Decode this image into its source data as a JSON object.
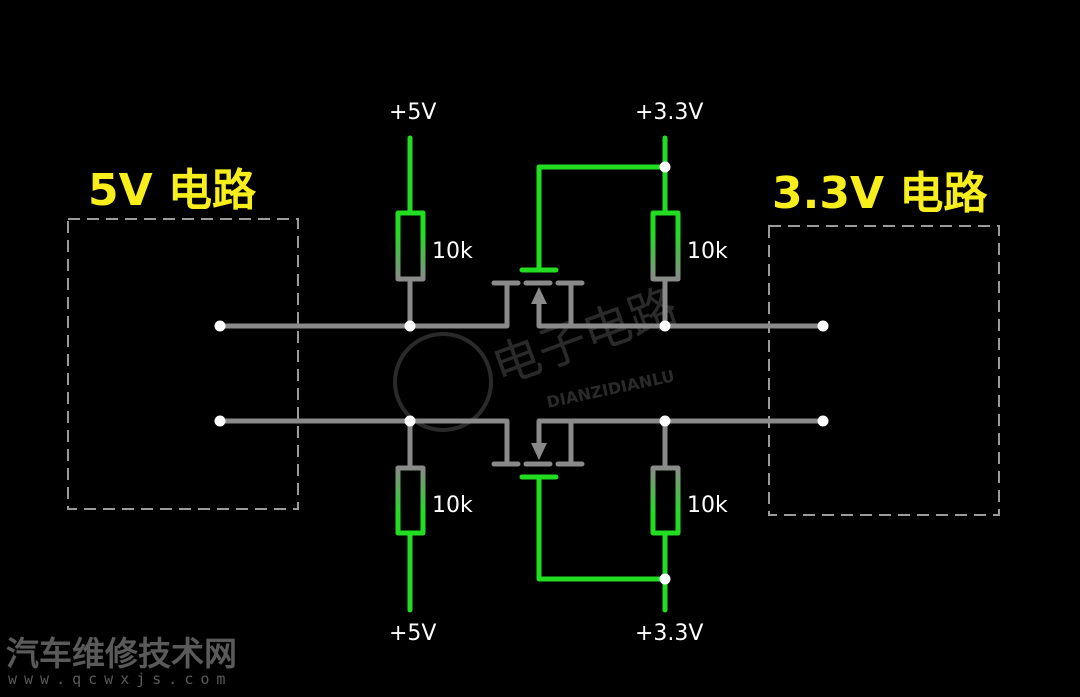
{
  "left_block": {
    "label": "5V 电路"
  },
  "right_block": {
    "label": "3.3V 电路"
  },
  "supplies": {
    "top_left": "+5V",
    "top_right": "+3.3V",
    "bottom_left": "+5V",
    "bottom_right": "+3.3V"
  },
  "resistors": {
    "top_left": "10k",
    "top_right": "10k",
    "bottom_left": "10k",
    "bottom_right": "10k"
  },
  "watermark": {
    "cn": "电子电路",
    "en": "DIANZIDIANLU"
  },
  "footer": {
    "title": "汽车维修技术网",
    "url": "www.qcwxjs.com"
  },
  "colors": {
    "wire_green": "#22dd22",
    "wire_gray": "#8a8a8a",
    "label_yellow": "#f7ee1c"
  }
}
